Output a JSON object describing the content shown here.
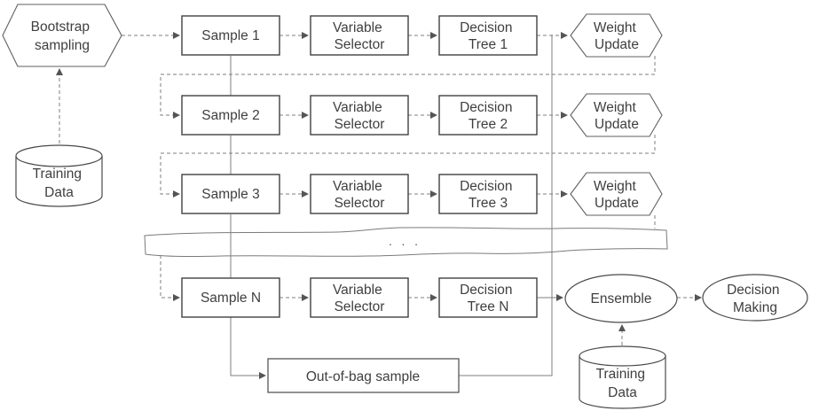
{
  "colors": {
    "box_stroke": "#404040",
    "shape_stroke": "#4a4a4a",
    "connector_stroke": "#7f7f7f",
    "text": "#3f3f3f",
    "background": "#ffffff"
  },
  "nodes": {
    "bootstrap": {
      "line1": "Bootstrap",
      "line2": "sampling"
    },
    "training_data_left": {
      "line1": "Training",
      "line2": "Data"
    },
    "rows": [
      {
        "sample": "Sample 1",
        "selector_line1": "Variable",
        "selector_line2": "Selector",
        "tree_line1": "Decision",
        "tree_line2": "Tree 1",
        "weight_line1": "Weight",
        "weight_line2": "Update"
      },
      {
        "sample": "Sample 2",
        "selector_line1": "Variable",
        "selector_line2": "Selector",
        "tree_line1": "Decision",
        "tree_line2": "Tree 2",
        "weight_line1": "Weight",
        "weight_line2": "Update"
      },
      {
        "sample": "Sample 3",
        "selector_line1": "Variable",
        "selector_line2": "Selector",
        "tree_line1": "Decision",
        "tree_line2": "Tree 3",
        "weight_line1": "Weight",
        "weight_line2": "Update"
      },
      {
        "sample": "Sample N",
        "selector_line1": "Variable",
        "selector_line2": "Selector",
        "tree_line1": "Decision",
        "tree_line2": "Tree N"
      }
    ],
    "separator": {
      "ellipsis": "· · ·"
    },
    "out_of_bag": {
      "label": "Out-of-bag sample"
    },
    "ensemble": {
      "label": "Ensemble"
    },
    "decision_making": {
      "line1": "Decision",
      "line2": "Making"
    },
    "training_data_bottom": {
      "line1": "Training",
      "line2": "Data"
    }
  }
}
